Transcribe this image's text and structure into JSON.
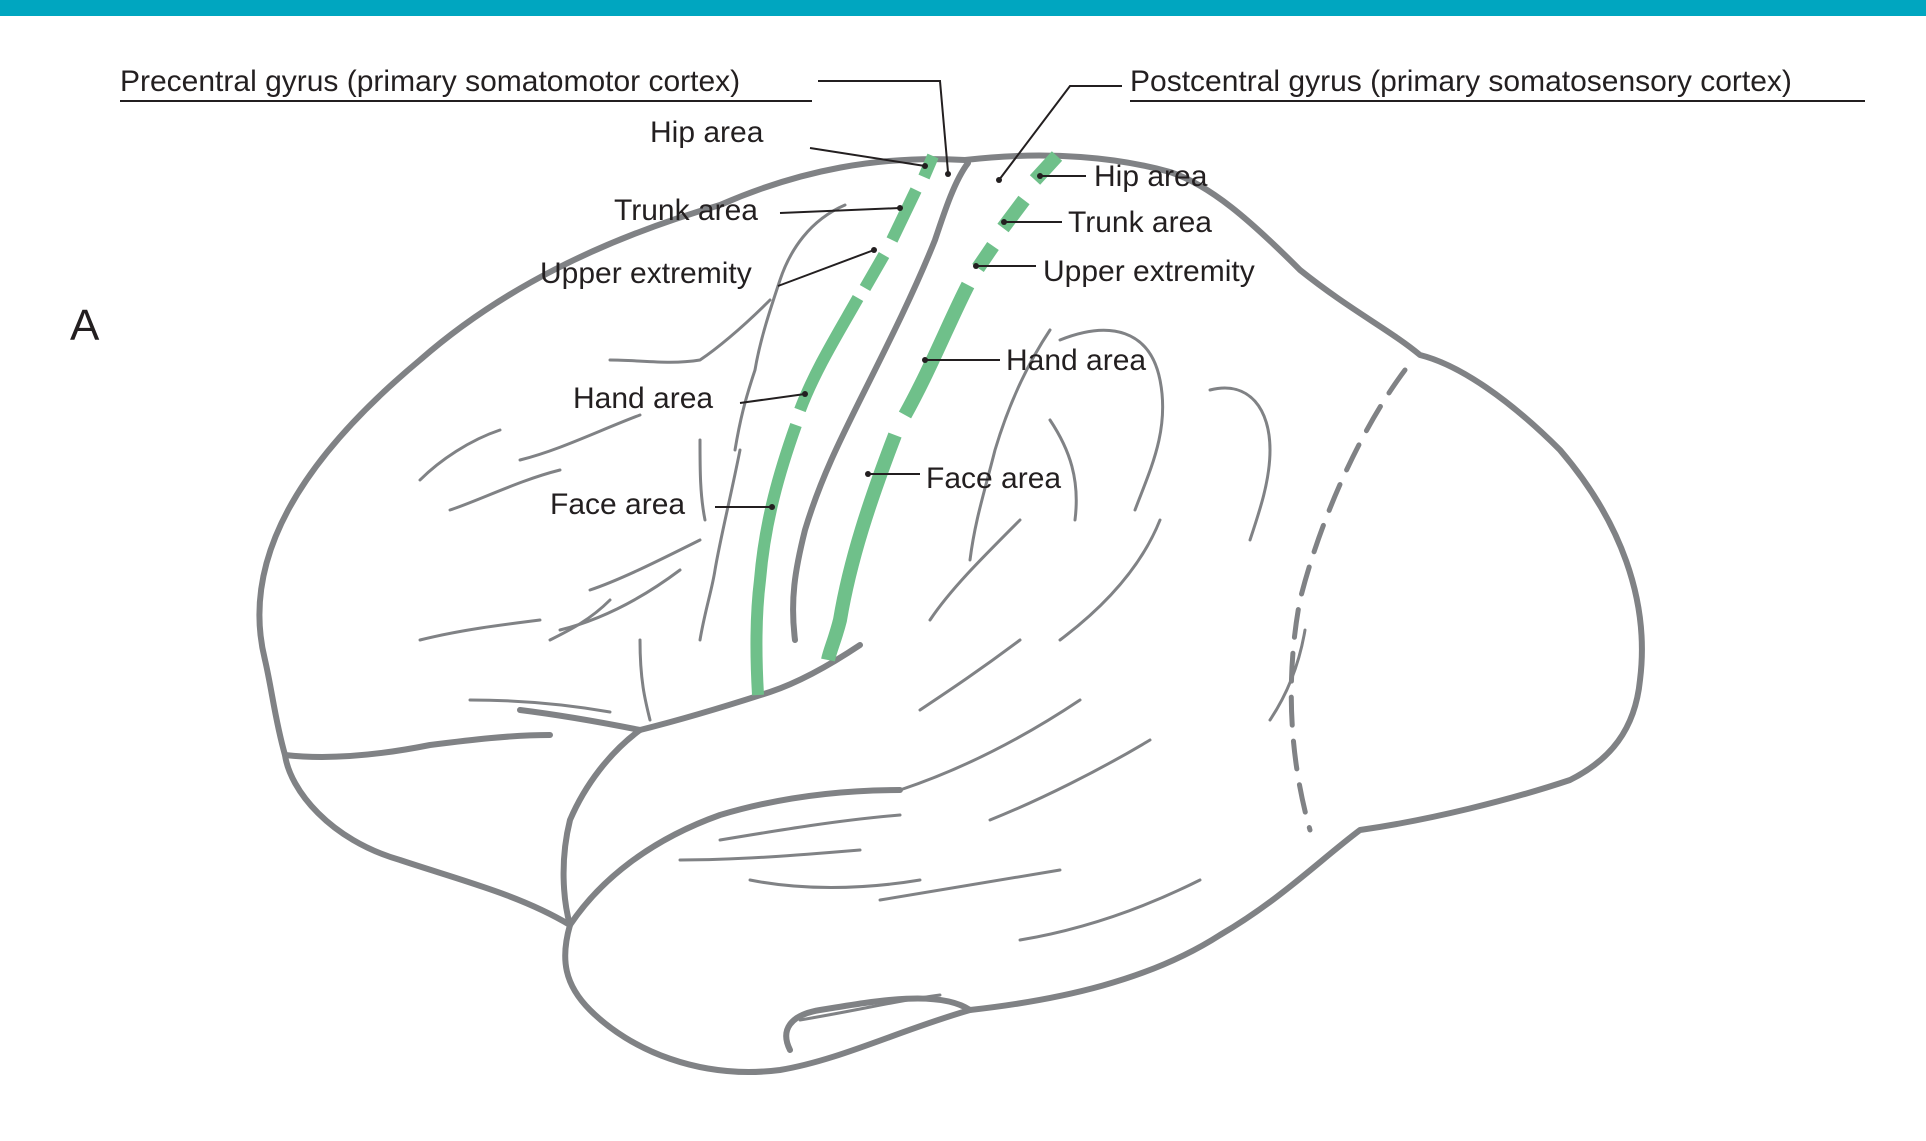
{
  "colors": {
    "top_bar": "#00a6c0",
    "gyrus_strip": "#6fc08a",
    "brain_outline": "#808285",
    "text": "#231f20"
  },
  "panel_letter": "A",
  "headers": {
    "precentral": "Precentral gyrus (primary somatomotor cortex)",
    "postcentral": "Postcentral gyrus (primary somatosensory cortex)"
  },
  "precentral_areas": {
    "hip": "Hip area",
    "trunk": "Trunk area",
    "upper_extremity": "Upper extremity",
    "hand": "Hand area",
    "face": "Face area"
  },
  "postcentral_areas": {
    "hip": "Hip area",
    "trunk": "Trunk area",
    "upper_extremity": "Upper extremity",
    "hand": "Hand area",
    "face": "Face area"
  }
}
